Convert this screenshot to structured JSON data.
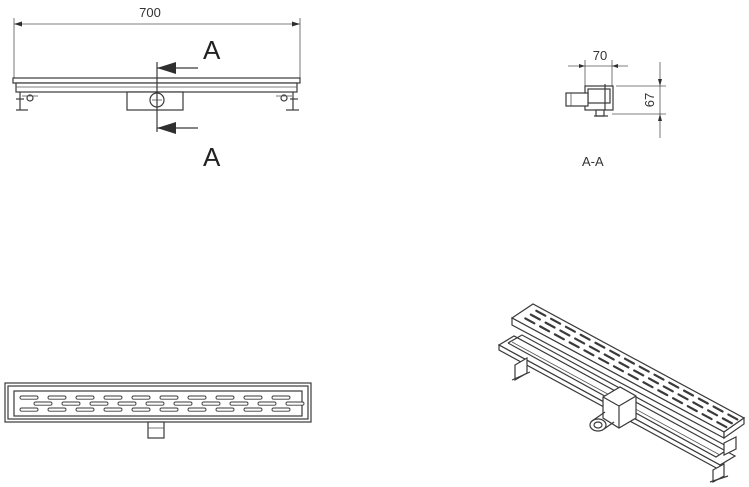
{
  "front_view": {
    "length_dimension": "700",
    "section_marker_top": "A",
    "section_marker_bottom": "A"
  },
  "section_view": {
    "width_dimension": "70",
    "height_dimension": "67",
    "caption": "A-A"
  },
  "colors": {
    "line": "#3a3a3a",
    "background": "#ffffff"
  }
}
